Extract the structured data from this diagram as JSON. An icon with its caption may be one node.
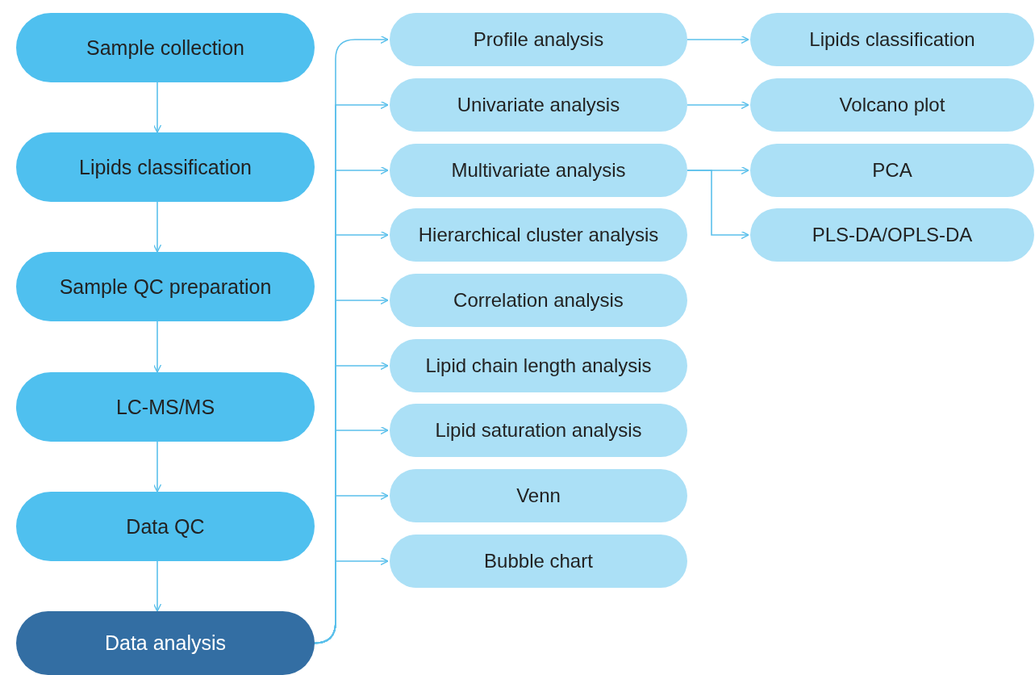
{
  "diagram": {
    "nodes": [
      {
        "text": [
          "Sample collection"
        ]
      },
      {
        "text": [
          "Lipids classification"
        ]
      },
      {
        "text": [
          "Sample QC preparation"
        ]
      },
      {
        "text": [
          "LC-MS/MS"
        ]
      },
      {
        "text": [
          "Data QC"
        ]
      },
      {
        "text": [
          "Data analysis"
        ]
      },
      {
        "text": [
          "Profile analysis"
        ]
      },
      {
        "text": [
          "Univariate analysis"
        ]
      },
      {
        "text": [
          "Multivariate analysis"
        ]
      },
      {
        "text": [
          "Hierarchical cluster analysis"
        ]
      },
      {
        "text": [
          "Correlation analysis"
        ]
      },
      {
        "text": [
          "Lipid chain length analysis"
        ]
      },
      {
        "text": [
          "Lipid saturation analysis"
        ]
      },
      {
        "text": [
          "Venn"
        ]
      },
      {
        "text": [
          "Bubble chart"
        ]
      },
      {
        "text": [
          "Lipids classification"
        ]
      },
      {
        "text": [
          "Volcano plot"
        ]
      },
      {
        "text": [
          "PCA"
        ]
      },
      {
        "text": [
          "PLS-DA/OPLS-DA"
        ]
      }
    ],
    "edges": [
      {
        "from": 0,
        "to": 1,
        "arrow": "to"
      },
      {
        "from": 1,
        "to": 2,
        "arrow": "to"
      },
      {
        "from": 2,
        "to": 3,
        "arrow": "to"
      },
      {
        "from": 3,
        "to": 4,
        "arrow": "to"
      },
      {
        "from": 4,
        "to": 5,
        "arrow": "to"
      },
      {
        "from": 5,
        "to": 6,
        "arrow": "to"
      },
      {
        "from": 5,
        "to": 7,
        "arrow": "to"
      },
      {
        "from": 5,
        "to": 8,
        "arrow": "to"
      },
      {
        "from": 5,
        "to": 9,
        "arrow": "to"
      },
      {
        "from": 5,
        "to": 10,
        "arrow": "to"
      },
      {
        "from": 5,
        "to": 11,
        "arrow": "to"
      },
      {
        "from": 5,
        "to": 12,
        "arrow": "to"
      },
      {
        "from": 5,
        "to": 13,
        "arrow": "to"
      },
      {
        "from": 5,
        "to": 14,
        "arrow": "to"
      },
      {
        "from": 6,
        "to": 15,
        "arrow": "to"
      },
      {
        "from": 7,
        "to": 16,
        "arrow": "to"
      },
      {
        "from": 8,
        "to": 17,
        "arrow": "to"
      },
      {
        "from": 8,
        "to": 18,
        "arrow": "to"
      }
    ]
  }
}
